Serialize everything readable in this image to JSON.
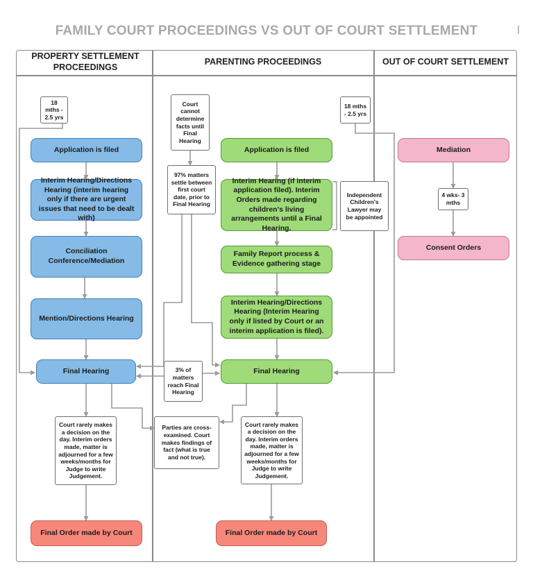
{
  "title": "FAMILY COURT PROCEEDINGS VS OUT OF COURT SETTLEMENT",
  "columns": [
    "PROPERTY SETTLEMENT PROCEEDINGS",
    "PARENTING PROCEEDINGS",
    "OUT OF COURT SETTLEMENT"
  ],
  "nodes": {
    "p_time": "18 mths - 2.5 yrs",
    "p_app": "Application is filed",
    "p_interim": "Interim Hearing/Directions Hearing (interim hearing only if there are urgent issues that need to be dealt with)",
    "p_concil": "Conciliation Conference/Mediation",
    "p_mention": "Mention/Directions Hearing",
    "p_final": "Final Hearing",
    "p_rarely": "Court rarely makes a decision on the day. Interim orders made, matter is adjourned for a few weeks/months for Judge to write Judgement.",
    "p_order": "Final Order made by Court",
    "court_cannot": "Court cannot determine facts until Final Hearing",
    "settle97": "97% matters settle between first court date, prior to Final Hearing",
    "reach3": "3% of matters reach Final Hearing",
    "cross": "Parties are cross-examined. Court makes findings of fact (what is true and not true).",
    "c_time": "18 mths - 2.5 yrs",
    "c_app": "Application is filed",
    "c_interim": "Interim Hearing (if interim application filed). Interim Orders made regarding children's living arrangements until a Final Hearing.",
    "icl": "Independent Children's Lawyer may be appointed",
    "c_family": "Family Report process & Evidence gathering stage",
    "c_interim2": "Interim Hearing/Directions Hearing (Interim Hearing only if listed by Court or an interim application is filed).",
    "c_final": "Final Hearing",
    "c_rarely": "Court rarely makes a decision on the day. Interim orders made, matter is adjourned for a few weeks/months for Judge to write Judgement.",
    "c_order": "Final Order made by Court",
    "mediation": "Mediation",
    "o_time": "4 wks- 3 mths",
    "consent": "Consent Orders"
  },
  "colors": {
    "property": "#85bbe6",
    "parenting": "#9fdb78",
    "out_of_court": "#f4b6cb",
    "final_order": "#f7877a",
    "connector": "#9a9a9a"
  }
}
